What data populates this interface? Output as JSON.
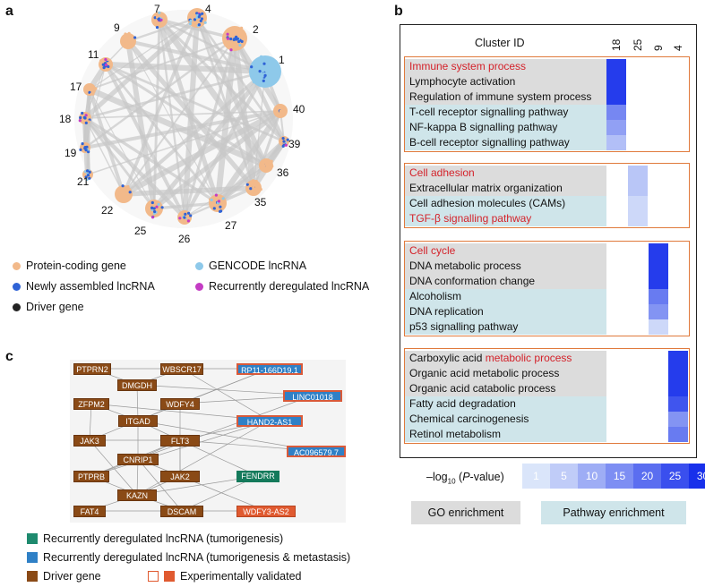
{
  "panels": {
    "a": "a",
    "b": "b",
    "c": "c"
  },
  "panel_a": {
    "clusters": [
      {
        "id": "1",
        "type": "lncrna"
      },
      {
        "id": "2",
        "type": "mixed"
      },
      {
        "id": "4",
        "type": "mixed"
      },
      {
        "id": "7",
        "type": "mixed"
      },
      {
        "id": "9",
        "type": "protein"
      },
      {
        "id": "11",
        "type": "mixed"
      },
      {
        "id": "17",
        "type": "protein"
      },
      {
        "id": "18",
        "type": "mixed"
      },
      {
        "id": "19",
        "type": "mixed"
      },
      {
        "id": "21",
        "type": "mixed"
      },
      {
        "id": "22",
        "type": "protein"
      },
      {
        "id": "25",
        "type": "mixed"
      },
      {
        "id": "26",
        "type": "mixed"
      },
      {
        "id": "27",
        "type": "mixed"
      },
      {
        "id": "35",
        "type": "protein"
      },
      {
        "id": "36",
        "type": "protein"
      },
      {
        "id": "39",
        "type": "mixed"
      },
      {
        "id": "40",
        "type": "protein"
      }
    ],
    "legend": [
      {
        "label": "Protein-coding gene",
        "color": "#f2b98a"
      },
      {
        "label": "GENCODE lncRNA",
        "color": "#8ec9ea"
      },
      {
        "label": "Newly assembled lncRNA",
        "color": "#2f63d6"
      },
      {
        "label": "Recurrently deregulated lncRNA",
        "color": "#c43cc4"
      },
      {
        "label": "Driver gene",
        "color": "#222222"
      }
    ]
  },
  "panel_b": {
    "header_label": "Cluster ID",
    "columns": [
      "18",
      "25",
      "9",
      "4"
    ],
    "groups": [
      {
        "terms": [
          {
            "label": "Immune system process",
            "kind": "go",
            "highlight": "full",
            "values": [
              28,
              0,
              0,
              0
            ]
          },
          {
            "label": "Lymphocyte activation",
            "kind": "go",
            "values": [
              28,
              0,
              0,
              0
            ]
          },
          {
            "label": "Regulation of immune system process",
            "kind": "go",
            "values": [
              28,
              0,
              0,
              0
            ]
          },
          {
            "label": "T-cell receptor signalling pathway",
            "kind": "pw",
            "values": [
              16,
              0,
              0,
              0
            ]
          },
          {
            "label": "NF-kappa B signalling pathway",
            "kind": "pw",
            "values": [
              12,
              0,
              0,
              0
            ]
          },
          {
            "label": "B-cell receptor signalling pathway",
            "kind": "pw",
            "values": [
              7,
              0,
              0,
              0
            ]
          }
        ]
      },
      {
        "terms": [
          {
            "label": "Cell adhesion",
            "kind": "go",
            "highlight": "full",
            "values": [
              0,
              6,
              0,
              0
            ]
          },
          {
            "label": "Extracellular matrix organization",
            "kind": "go",
            "values": [
              0,
              6,
              0,
              0
            ]
          },
          {
            "label": "Cell adhesion molecules (CAMs)",
            "kind": "pw",
            "values": [
              0,
              3,
              0,
              0
            ]
          },
          {
            "label": "TGF-β signalling pathway",
            "kind": "pw",
            "highlight": "full",
            "values": [
              0,
              3,
              0,
              0
            ]
          }
        ]
      },
      {
        "terms": [
          {
            "label": "Cell cycle",
            "kind": "go",
            "highlight": "full",
            "values": [
              0,
              0,
              28,
              0
            ]
          },
          {
            "label": "DNA metabolic process",
            "kind": "go",
            "values": [
              0,
              0,
              28,
              0
            ]
          },
          {
            "label": "DNA conformation change",
            "kind": "go",
            "values": [
              0,
              0,
              28,
              0
            ]
          },
          {
            "label": "Alcoholism",
            "kind": "pw",
            "values": [
              0,
              0,
              18,
              0
            ]
          },
          {
            "label": "DNA replication",
            "kind": "pw",
            "values": [
              0,
              0,
              14,
              0
            ]
          },
          {
            "label": "p53 signalling pathway",
            "kind": "pw",
            "values": [
              0,
              0,
              3,
              0
            ]
          }
        ]
      },
      {
        "terms": [
          {
            "label": "Carboxylic acid metabolic process",
            "kind": "go",
            "highlight": "metabolic process",
            "values": [
              0,
              0,
              0,
              28
            ]
          },
          {
            "label": "Organic acid metabolic process",
            "kind": "go",
            "values": [
              0,
              0,
              0,
              28
            ]
          },
          {
            "label": "Organic acid catabolic process",
            "kind": "go",
            "values": [
              0,
              0,
              0,
              28
            ]
          },
          {
            "label": "Fatty acid degradation",
            "kind": "pw",
            "values": [
              0,
              0,
              0,
              24
            ]
          },
          {
            "label": "Chemical carcinogenesis",
            "kind": "pw",
            "values": [
              0,
              0,
              0,
              14
            ]
          },
          {
            "label": "Retinol metabolism",
            "kind": "pw",
            "values": [
              0,
              0,
              0,
              18
            ]
          }
        ]
      }
    ],
    "scale_label": "−log10 (P-value)",
    "scale_values": [
      "1",
      "5",
      "10",
      "15",
      "20",
      "25",
      "30"
    ],
    "legend": {
      "go": "GO enrichment",
      "pathway": "Pathway enrichment"
    }
  },
  "panel_c": {
    "nodes": [
      {
        "label": "PTPRN2",
        "kind": "drv"
      },
      {
        "label": "WBSCR17",
        "kind": "drv"
      },
      {
        "label": "RP11-166D19.1",
        "kind": "blue"
      },
      {
        "label": "DMGDH",
        "kind": "drv"
      },
      {
        "label": "LINC01018",
        "kind": "blue"
      },
      {
        "label": "ZFPM2",
        "kind": "drv"
      },
      {
        "label": "ITGAD",
        "kind": "drv"
      },
      {
        "label": "WDFY4",
        "kind": "drv"
      },
      {
        "label": "HAND2-AS1",
        "kind": "blue"
      },
      {
        "label": "JAK3",
        "kind": "drv"
      },
      {
        "label": "FLT3",
        "kind": "drv"
      },
      {
        "label": "AC096579.7",
        "kind": "blue"
      },
      {
        "label": "CNRIP1",
        "kind": "drv"
      },
      {
        "label": "PTPRB",
        "kind": "drv"
      },
      {
        "label": "JAK2",
        "kind": "drv"
      },
      {
        "label": "FENDRR",
        "kind": "green"
      },
      {
        "label": "KAZN",
        "kind": "drv"
      },
      {
        "label": "FAT4",
        "kind": "drv"
      },
      {
        "label": "DSCAM",
        "kind": "drv"
      },
      {
        "label": "WDFY3-AS2",
        "kind": "orng"
      }
    ],
    "legend": [
      {
        "label": "Recurrently deregulated lncRNA (tumorigenesis)",
        "color": "#1e8a6e"
      },
      {
        "label": "Recurrently deregulated lncRNA (tumorigenesis & metastasis)",
        "color": "#2f80c6"
      },
      {
        "label": "Driver gene",
        "color": "#8a4a16"
      },
      {
        "label": "Experimentally validated",
        "color": "#e05a30"
      }
    ]
  }
}
